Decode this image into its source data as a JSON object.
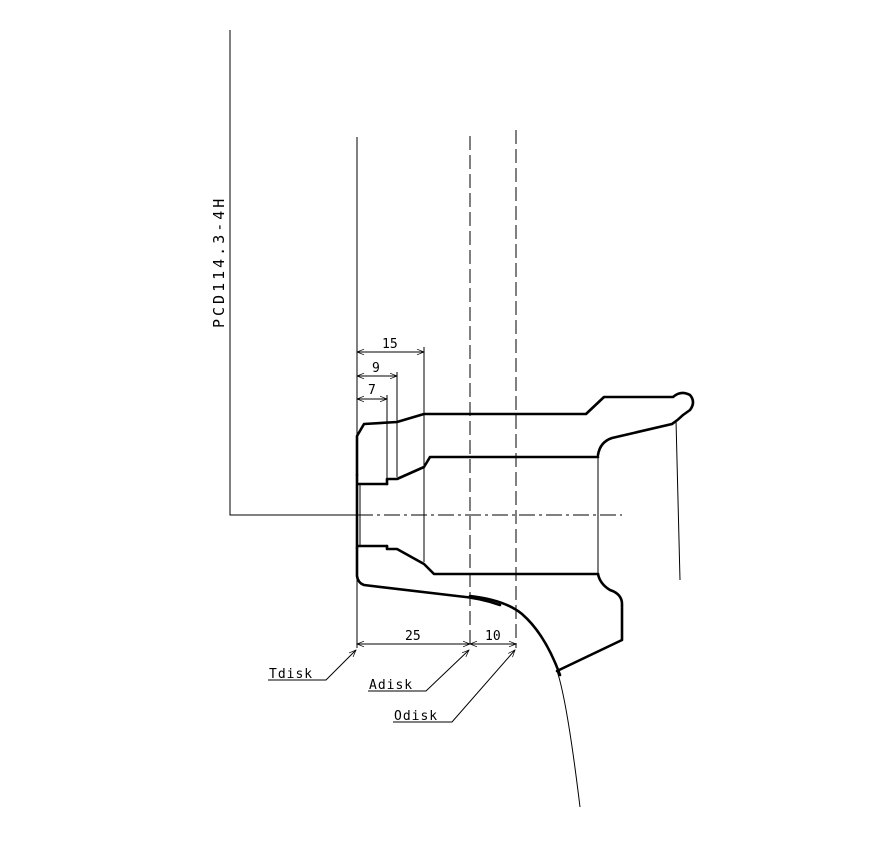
{
  "drawing": {
    "pcd_label": "PCD114.3-4H",
    "dimensions": {
      "d15": "15",
      "d9": "9",
      "d7": "7",
      "d25": "25",
      "d10": "10"
    },
    "leaders": {
      "tdisk": "Tdisk",
      "adisk": "Adisk",
      "odisk": "Odisk"
    },
    "line_color": "#000000",
    "background": "#ffffff"
  }
}
